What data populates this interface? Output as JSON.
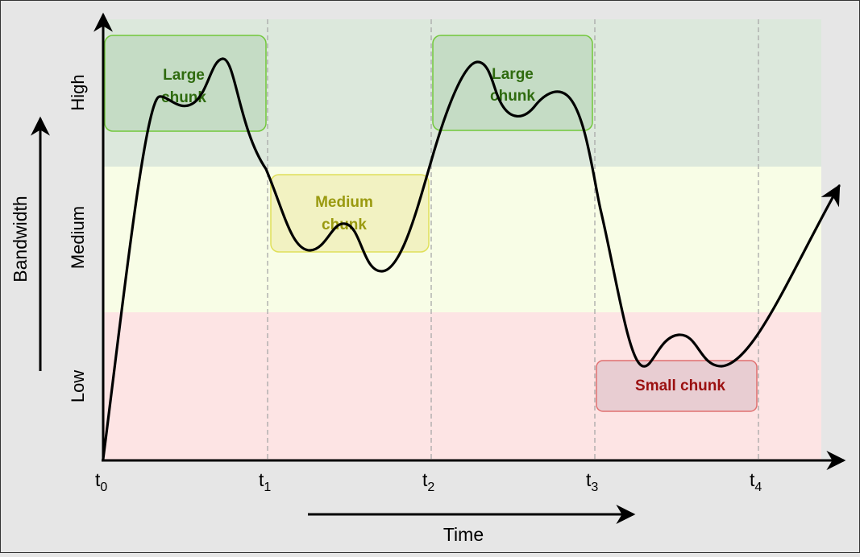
{
  "axes": {
    "y_label": "Bandwidth",
    "x_label": "Time",
    "levels": [
      {
        "id": "high",
        "label": "High",
        "color": "#dce8dc"
      },
      {
        "id": "medium",
        "label": "Medium",
        "color": "#f8fde6"
      },
      {
        "id": "low",
        "label": "Low",
        "color": "#fde4e4"
      }
    ],
    "ticks": [
      {
        "base": "t",
        "sub": "0"
      },
      {
        "base": "t",
        "sub": "1"
      },
      {
        "base": "t",
        "sub": "2"
      },
      {
        "base": "t",
        "sub": "3"
      },
      {
        "base": "t",
        "sub": "4"
      }
    ]
  },
  "chunks": [
    {
      "id": "chunk-large-1",
      "lines": [
        "Large",
        "chunk"
      ],
      "level": "high",
      "fill": "#c5dcc5",
      "stroke": "#72c73b",
      "text_color": "#2f6b0f"
    },
    {
      "id": "chunk-medium",
      "lines": [
        "Medium",
        "chunk"
      ],
      "level": "medium",
      "fill": "#f2f2c2",
      "stroke": "#e0e05a",
      "text_color": "#9a9a10"
    },
    {
      "id": "chunk-large-2",
      "lines": [
        "Large",
        "chunk"
      ],
      "level": "high",
      "fill": "#c5dcc5",
      "stroke": "#72c73b",
      "text_color": "#2f6b0f"
    },
    {
      "id": "chunk-small",
      "lines": [
        "Small chunk"
      ],
      "level": "low",
      "fill": "#e8cdd2",
      "stroke": "#e07070",
      "text_color": "#9b1010"
    }
  ]
}
